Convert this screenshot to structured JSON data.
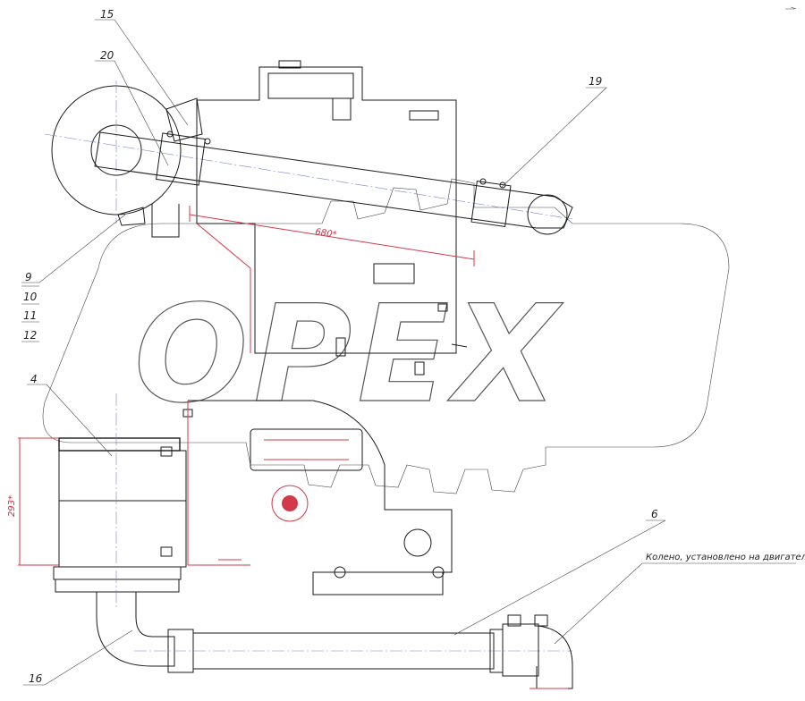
{
  "callouts": {
    "c15": "15",
    "c20": "20",
    "c19": "19",
    "c9": "9",
    "c10": "10",
    "c11": "11",
    "c12": "12",
    "c4": "4",
    "c6": "6",
    "c16": "16"
  },
  "dimensions": {
    "length": "680*",
    "height": "293*"
  },
  "notes": {
    "elbow": "Колено, установлено на двигателе"
  },
  "watermark": {
    "text": "OPEX"
  },
  "colors": {
    "line": "#1a1a1a",
    "accent": "#d23a4a",
    "centerline": "#7a86c8"
  }
}
